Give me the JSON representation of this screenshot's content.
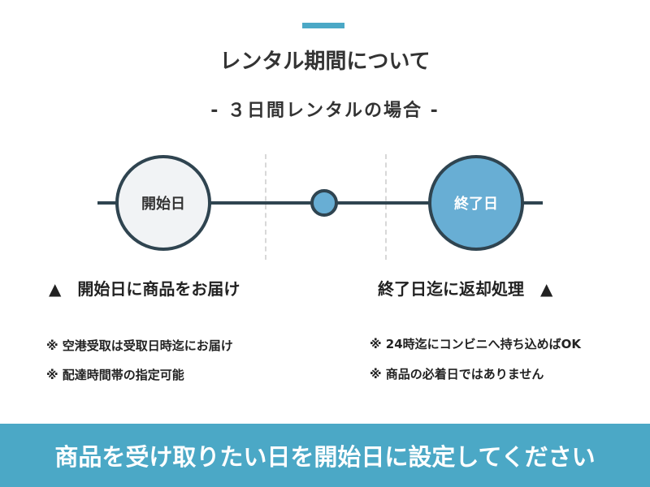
{
  "title": "レンタル期間について",
  "subtitle": "- ３日間レンタルの場合 -",
  "timeline": {
    "start_label": "開始日",
    "end_label": "終了日"
  },
  "left": {
    "heading": "▲　開始日に商品をお届け",
    "notes": [
      "※ 空港受取は受取日時迄にお届け",
      "※ 配達時間帯の指定可能"
    ]
  },
  "right": {
    "heading": "終了日迄に返却処理　▲",
    "notes": [
      "※ 24時迄にコンビニへ持ち込めばOK",
      "※ 商品の必着日ではありません"
    ]
  },
  "banner": "商品を受け取りたい日を開始日に設定してください",
  "colors": {
    "accent": "#4ba8c6",
    "circle": "#68aed4",
    "line": "#2f4450"
  }
}
